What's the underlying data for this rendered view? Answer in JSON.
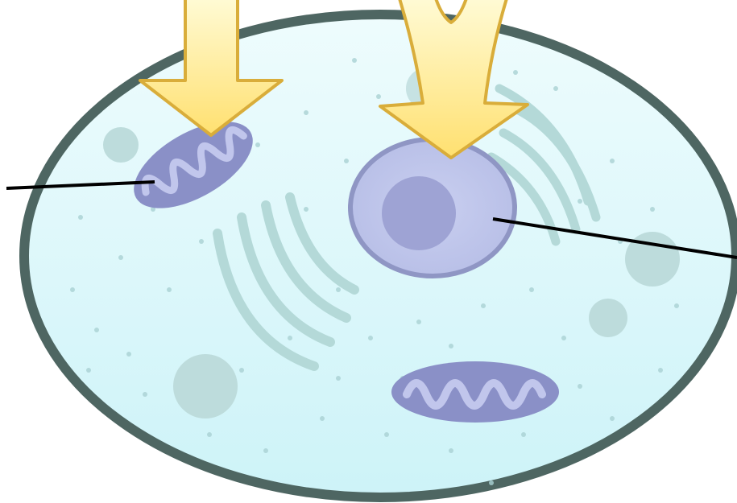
{
  "diagram": {
    "type": "animal-cell-illustration",
    "labels": [],
    "colors": {
      "membrane": "#4e6662",
      "cytoplasm": "#d9f7fa",
      "organelle_fill": "#a3a9d9",
      "organelle_dark": "#8a90c7",
      "nucleolus": "#9ea3d4",
      "nucleus": "#bfc6ec",
      "nucleus_rim": "#8f96c4",
      "golgi": "#b4d9d8",
      "vacuole": "#bddcdc",
      "arrow_fill": "#ffed8a",
      "arrow_outline": "#d9ad3a",
      "leader_line": "#000000"
    },
    "elements": [
      {
        "kind": "cell-membrane",
        "name": "cell-membrane"
      },
      {
        "kind": "nucleus",
        "name": "nucleus"
      },
      {
        "kind": "mitochondrion",
        "name": "mitochondrion-left"
      },
      {
        "kind": "mitochondrion",
        "name": "mitochondrion-bottom"
      },
      {
        "kind": "golgi",
        "name": "golgi-center"
      },
      {
        "kind": "golgi",
        "name": "golgi-right"
      },
      {
        "kind": "arrow",
        "name": "arrow-left"
      },
      {
        "kind": "arrow",
        "name": "arrow-right"
      }
    ]
  }
}
